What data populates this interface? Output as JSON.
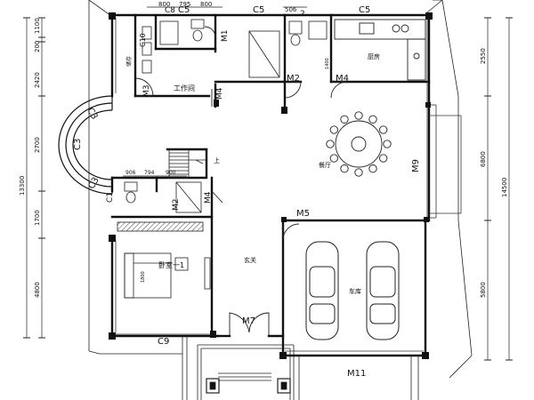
{
  "plan": {
    "window_labels": {
      "c3_top": "C3",
      "c3_left": "C3",
      "c3_bottom": "C3",
      "c5_left": "C5",
      "c5_mid": "C5",
      "c5_right": "C5",
      "c8": "C8",
      "c9": "C9",
      "c1": "C1",
      "c10": "C10"
    },
    "door_labels": {
      "m1": "M1",
      "m2_top": "M2",
      "m2_lower": "M2",
      "m3": "M3",
      "m4_top": "M4",
      "m4_kitchen": "M4",
      "m4_lower": "M4",
      "m5": "M5",
      "m7": "M7",
      "m9": "M9",
      "m11": "M11"
    },
    "room_labels": {
      "utility": "工作间",
      "kitchen": "厨房",
      "dining": "餐厅",
      "bedroom": "卧室一1",
      "foyer": "玄关",
      "garage": "车库",
      "storage": "储存"
    },
    "stair_label": "上",
    "top_dims": [
      "800",
      "795",
      "800",
      "506",
      "2"
    ],
    "small_dims": [
      "906",
      "794",
      "900"
    ],
    "left_dims": [
      "1100",
      "200",
      "2420",
      "2700",
      "1700",
      "4800"
    ],
    "left_total": "13300",
    "right_dims": [
      "2550",
      "6800",
      "5800"
    ],
    "right_total": "14500",
    "room_dims": [
      "1800",
      "1400"
    ]
  }
}
